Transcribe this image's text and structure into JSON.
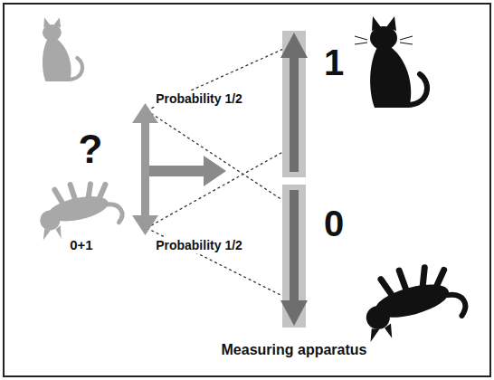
{
  "diagram": {
    "labels": [
      "?",
      "0+1",
      "Probability 1/2",
      "Probability 1/2",
      "1",
      "0",
      "Measuring apparatus"
    ]
  }
}
